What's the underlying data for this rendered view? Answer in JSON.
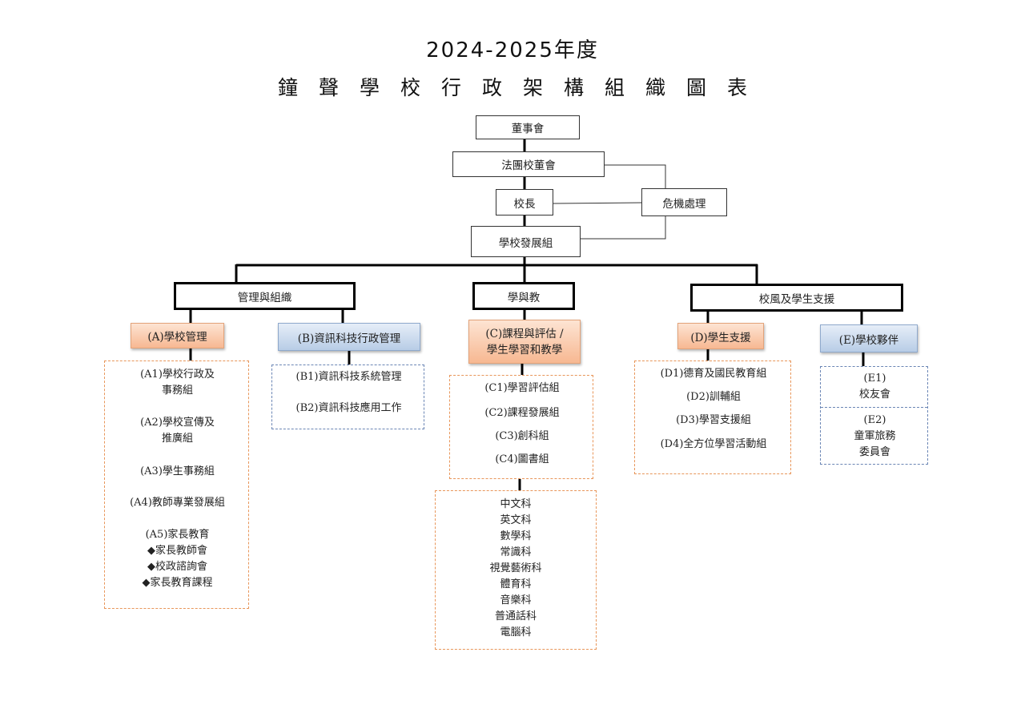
{
  "header": {
    "year": "2024-2025年度",
    "title": "鐘聲學校行政架構組織圖表"
  },
  "top": {
    "board": "董事會",
    "school_board": "法團校董會",
    "principal": "校長",
    "crisis": "危機處理",
    "development": "學校發展組"
  },
  "branches": {
    "management": "管理與組織",
    "teaching": "學與教",
    "ethos": "校風及學生支援"
  },
  "groups": {
    "a": {
      "label": "(A)學校管理",
      "items": [
        "(A1)學校行政及\n事務組",
        "(A2)學校宣傳及\n推廣組",
        "(A3)學生事務組",
        "(A4)教師專業發展組",
        "(A5)家長教育"
      ],
      "bullets": [
        "◆家長教師會",
        "◆校政諮詢會",
        "◆家長教育課程"
      ]
    },
    "b": {
      "label": "(B)資訊科技行政管理",
      "items": [
        "(B1)資訊科技系統管理",
        "(B2)資訊科技應用工作"
      ]
    },
    "c": {
      "label": "(C)課程與評估 /\n學生學習和教學",
      "items": [
        "(C1)學習評估組",
        "(C2)課程發展組",
        "(C3)創科組",
        "(C4)圖書組"
      ],
      "subjects": [
        "中文科",
        "英文科",
        "數學科",
        "常識科",
        "視覺藝術科",
        "體育科",
        "音樂科",
        "普通話科",
        "電腦科"
      ]
    },
    "d": {
      "label": "(D)學生支援",
      "items": [
        "(D1)德育及國民教育組",
        "(D2)訓輔組",
        "(D3)學習支援組",
        "(D4)全方位學習活動組"
      ]
    },
    "e": {
      "label": "(E)學校夥伴",
      "items": [
        "(E1)\n校友會",
        "(E2)\n童軍旅務\n委員會"
      ]
    }
  }
}
